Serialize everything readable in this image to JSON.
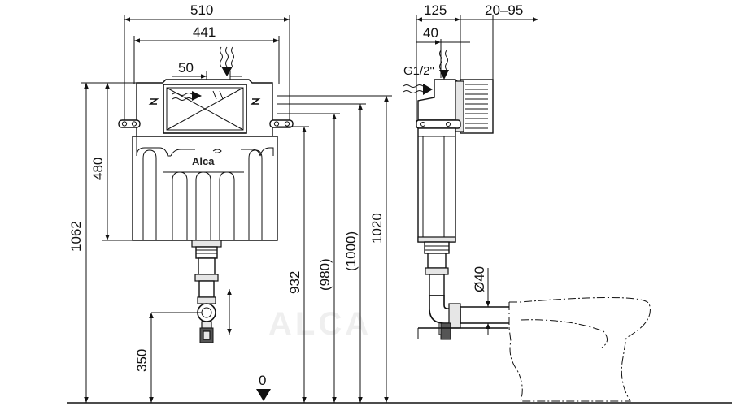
{
  "front_view": {
    "width_overall": "510",
    "width_frame": "441",
    "inlet_offset": "50",
    "height_total": "1062",
    "height_tank": "480",
    "height_outlet": "350",
    "floor_zero": "0",
    "height_932": "932",
    "height_980": "(980)",
    "height_1000": "(1000)",
    "height_1020": "1020",
    "brand": "Alca"
  },
  "side_view": {
    "depth": "125",
    "wall_range": "20–95",
    "inlet_depth": "40",
    "inlet_thread": "G1/2\"",
    "outlet_diameter": "Ø40"
  },
  "watermark": "ALCA"
}
